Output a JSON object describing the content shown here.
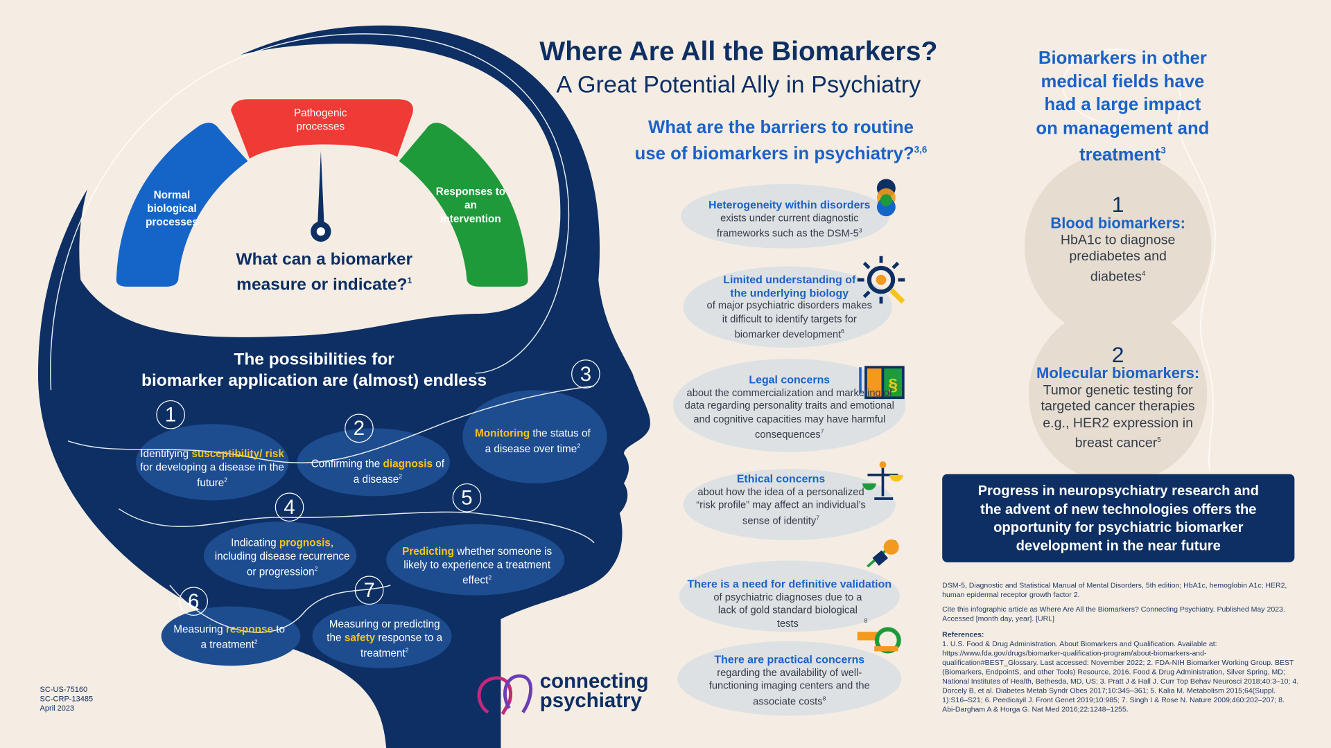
{
  "header": {
    "title": "Where Are All the Biomarkers?",
    "subtitle": "A Great Potential Ally in Psychiatry"
  },
  "gauge": {
    "question": "What can a biomarker measure or indicate?",
    "question_ref": "1",
    "segments": [
      {
        "label": "Normal biological processes",
        "color": "#1565c8"
      },
      {
        "label": "Pathogenic processes",
        "color": "#f03a35"
      },
      {
        "label": "Responses to an intervention",
        "color": "#1f9a3a"
      }
    ]
  },
  "possibilities": {
    "heading_line1": "The possibilities for",
    "heading_line2": "biomarker application are (almost) endless",
    "items": [
      {
        "number": "1",
        "pre": "Identifying ",
        "highlight": "susceptibility/ risk",
        "post": " for developing a disease in the future",
        "ref": "2"
      },
      {
        "number": "2",
        "pre": "Confirming the ",
        "highlight": "diagnosis",
        "post": " of a disease",
        "ref": "2"
      },
      {
        "number": "3",
        "pre": "",
        "highlight": "Monitoring",
        "post": " the status of a disease over time",
        "ref": "2"
      },
      {
        "number": "4",
        "pre": "Indicating ",
        "highlight": "prognosis",
        "post": ", including disease recurrence or progression",
        "ref": "2"
      },
      {
        "number": "5",
        "pre": "",
        "highlight": "Predicting",
        "post": " whether someone is likely to experience a treatment effect",
        "ref": "2"
      },
      {
        "number": "6",
        "pre": "Measuring ",
        "highlight": "response",
        "post": " to a treatment",
        "ref": "2"
      },
      {
        "number": "7",
        "pre": "Measuring or predicting the ",
        "highlight": "safety",
        "post": " response to a treatment",
        "ref": "2"
      }
    ]
  },
  "barriers": {
    "question_line1": "What are the barriers to routine",
    "question_line2": "use of biomarkers in psychiatry?",
    "question_ref": "3,6",
    "items": [
      {
        "title": "Heterogeneity within disorders",
        "text": "exists under current diagnostic frameworks such as the DSM-5",
        "ref": "3",
        "icon": "overlapping-circles-icon"
      },
      {
        "title": "Limited understanding of the underlying biology",
        "text": "of major psychiatric disorders makes it difficult to identify targets for biomarker development",
        "ref": "6",
        "icon": "neuron-magnifier-icon"
      },
      {
        "title": "Legal concerns",
        "text": "about the commercialization and marketing of data regarding personality traits and emotional and cognitive capacities may have harmful consequences",
        "ref": "7",
        "icon": "law-book-icon"
      },
      {
        "title": "Ethical concerns",
        "text": "about how the idea of a personalized “risk profile” may affect an individual’s sense of identity",
        "ref": "7",
        "icon": "scales-icon"
      },
      {
        "title": "There is a need for definitive validation",
        "text": "of psychiatric diagnoses due to a lack of gold standard biological tests",
        "ref": "8",
        "icon": "stamp-icon"
      },
      {
        "title": "There are practical concerns",
        "text": "regarding the availability of well-functioning imaging centers and the associate costs",
        "ref": "8",
        "icon": "imaging-scanner-icon"
      }
    ]
  },
  "other_fields": {
    "heading": "Biomarkers in other medical fields have had a large impact on management and treatment",
    "heading_ref": "3",
    "items": [
      {
        "number": "1",
        "title": "Blood biomarkers:",
        "text": "HbA1c to diagnose prediabetes and diabetes",
        "ref": "4"
      },
      {
        "number": "2",
        "title": "Molecular biomarkers:",
        "text": "Tumor genetic testing for targeted cancer therapies e.g., HER2 expression in breast cancer",
        "ref": "5"
      }
    ]
  },
  "callout": "Progress in neuropsychiatry research and the advent of new technologies offers the opportunity for psychiatric biomarker development in the near future",
  "footnotes": {
    "abbreviations": "DSM-5, Diagnostic and Statistical Manual of Mental Disorders, 5th edition; HbA1c, hemoglobin A1c; HER2, human epidermal receptor growth factor 2.",
    "cite": "Cite this infographic article as Where Are All the Biomarkers? Connecting Psychiatry. Published May 2023. Accessed [month day, year]. [URL]",
    "references_label": "References:",
    "references": "1. U.S. Food & Drug Administration. About Biomarkers and Qualification. Available at: https://www.fda.gov/drugs/biomarker-qualification-program/about-biomarkers-and-qualification#BEST_Glossary. Last accessed: November 2022; 2. FDA-NIH Biomarker Working Group. BEST (Biomarkers, EndpointS, and other Tools) Resource, 2016. Food & Drug Administration, Silver Spring, MD; National Institutes of Health, Bethesda, MD, US; 3. Pratt J & Hall J. Curr Top Behav Neurosci 2018;40:3–10; 4. Dorcely B, et al. Diabetes Metab Syndr Obes 2017;10:345–361; 5. Kalia M. Metabolism 2015;64(Suppl. 1):S16–S21; 6. Peedicayil J. Front Genet 2019;10:985; 7. Singh I & Rose N. Nature 2009;460:202–207; 8. Abi-Dargham A & Horga G. Nat Med 2016;22:1248–1255."
  },
  "codes": [
    "SC-US-75160",
    "SC-CRP-13485",
    "April 2023"
  ],
  "logo": {
    "line1": "connecting",
    "line2": "psychiatry"
  },
  "colors": {
    "navy": "#0d2f63",
    "blue": "#1a62c8",
    "highlight": "#f7c51a",
    "background": "#f5ede3"
  }
}
